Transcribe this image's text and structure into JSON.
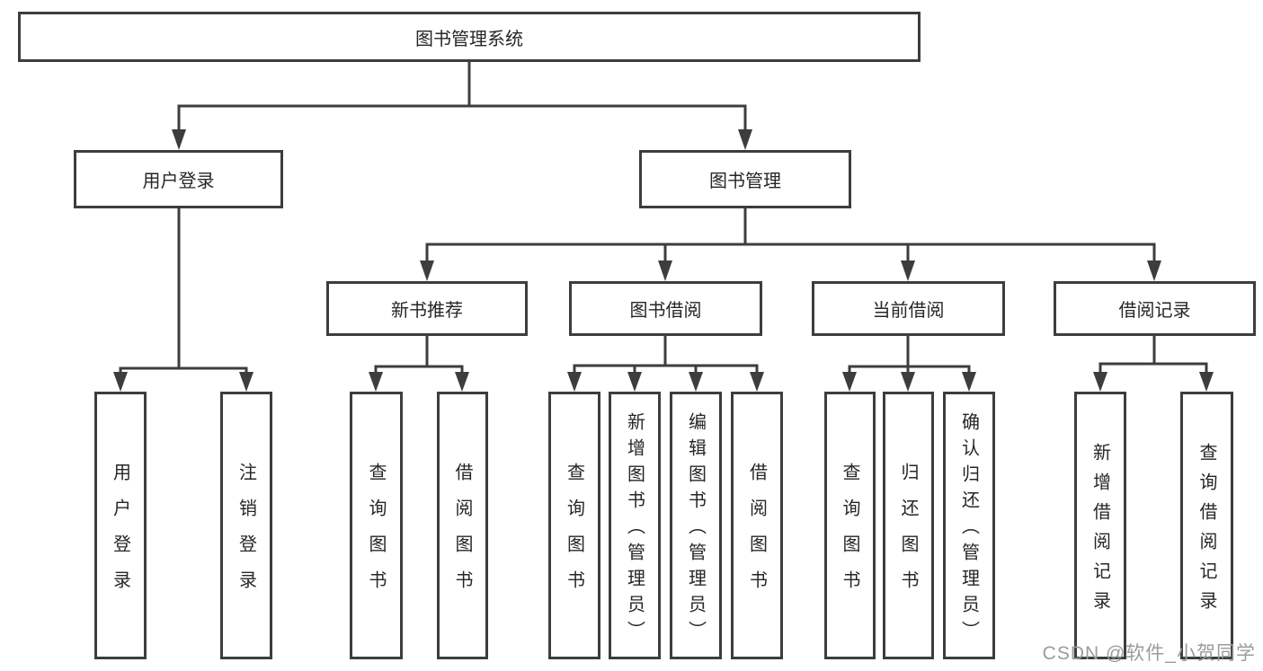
{
  "title": "图书管理系统",
  "tree": {
    "root": {
      "label": "图书管理系统"
    },
    "level1": [
      {
        "label": "用户登录"
      },
      {
        "label": "图书管理"
      }
    ],
    "level2": [
      {
        "label": "新书推荐"
      },
      {
        "label": "图书借阅"
      },
      {
        "label": "当前借阅"
      },
      {
        "label": "借阅记录"
      }
    ],
    "leaves": [
      {
        "label": "用户登录",
        "parent": "用户登录"
      },
      {
        "label": "注销登录",
        "parent": "用户登录"
      },
      {
        "label": "查询图书",
        "parent": "新书推荐"
      },
      {
        "label": "借阅图书",
        "parent": "新书推荐"
      },
      {
        "label": "查询图书",
        "parent": "图书借阅"
      },
      {
        "label": "新增图书（管理员）",
        "parent": "图书借阅"
      },
      {
        "label": "编辑图书（管理员）",
        "parent": "图书借阅"
      },
      {
        "label": "借阅图书",
        "parent": "图书借阅"
      },
      {
        "label": "查询图书",
        "parent": "当前借阅"
      },
      {
        "label": "归还图书",
        "parent": "当前借阅"
      },
      {
        "label": "确认归还（管理员）",
        "parent": "当前借阅"
      },
      {
        "label": "新增借阅记录",
        "parent": "借阅记录"
      },
      {
        "label": "查询借阅记录",
        "parent": "借阅记录"
      }
    ]
  },
  "watermark": {
    "text": "CSDN @软件_小贺同学"
  },
  "colors": {
    "border": "#3d3d3d",
    "line": "#3d3d3d",
    "text": "#262626",
    "background": "#ffffff",
    "watermark": "#9b9b9b"
  }
}
